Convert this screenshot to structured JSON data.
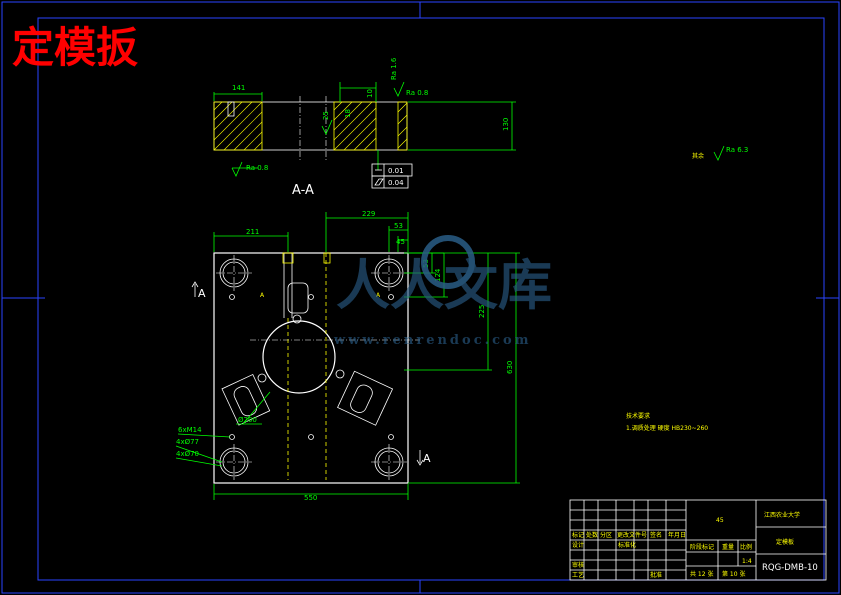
{
  "drawing": {
    "title": "定模扳",
    "section_label": "A-A",
    "view_mark_a": "A",
    "view_mark_a1": "A",
    "center_mark": "A",
    "center_mark2": "A"
  },
  "dimensions": {
    "top_141": "141",
    "top_130": "130",
    "top_10": "10",
    "top_18": "18",
    "top_25": "25",
    "ra_08": "Ra 0.8",
    "ra_16": "Ra 1.6",
    "ra_08b": "Ra 0.8",
    "ra_63": "Ra 6.3",
    "other": "其余",
    "tol_flat": "0.01",
    "tol_par": "0.04",
    "tol_flat_ref": "A",
    "dim_229": "229",
    "dim_211": "211",
    "dim_53": "53",
    "dim_45": "45",
    "dim_124": "124",
    "dim_53v": "53",
    "dim_225": "225",
    "dim_630": "630",
    "dim_550": "550",
    "dim_200": "Ø200",
    "hole_m14": "6xM14",
    "hole_77": "4xØ77",
    "hole_70": "4xØ70"
  },
  "tech_req": {
    "heading": "技术要求",
    "line1": "1.调质处理 硬度 HB230~260"
  },
  "title_block": {
    "university": "江西农业大学",
    "part_name": "定模板",
    "drawing_no": "RQG-DMB-10",
    "material": "45",
    "scale": "1:4",
    "sheet_total": "共 12 张",
    "sheet_no": "第 10 张",
    "row_labels": [
      "标记",
      "设计",
      "审核",
      "工艺"
    ],
    "col_labels": [
      "处数",
      "分区",
      "更改文件号",
      "签名",
      "年月日"
    ],
    "sub_labels": [
      "标准化",
      "批准"
    ],
    "stage_labels": [
      "阶段标记",
      "重量",
      "比例"
    ]
  },
  "watermark": {
    "text": "人人文库",
    "url": "www.renrendoc.com"
  }
}
